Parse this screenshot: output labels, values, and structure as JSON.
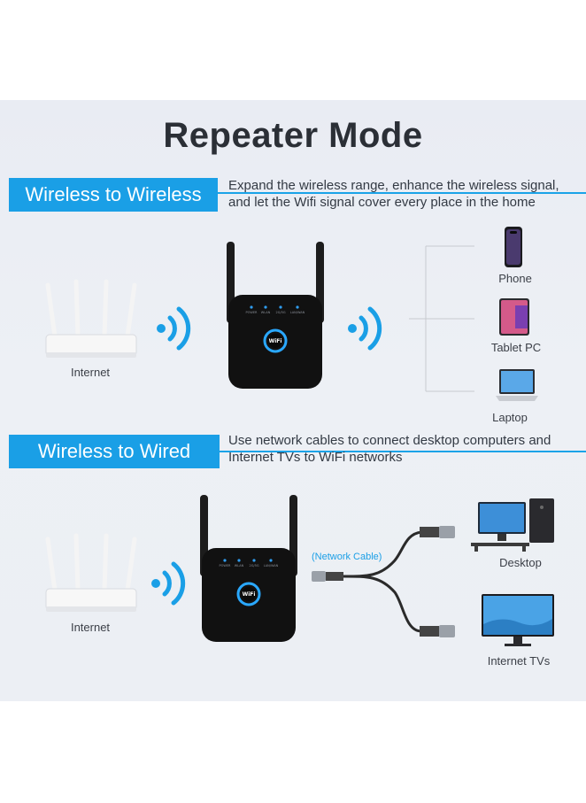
{
  "title": "Repeater Mode",
  "section1": {
    "band_label": "Wireless to Wireless",
    "description_line1": "Expand the wireless range, enhance the wireless signal,",
    "description_line2": "and let the Wifi signal cover every place in the home",
    "router_label": "Internet",
    "devices": [
      "Phone",
      "Tablet PC",
      "Laptop"
    ]
  },
  "section2": {
    "band_label": "Wireless to Wired",
    "description_line1": "Use network cables to connect desktop computers and",
    "description_line2": "Internet TVs to WiFi networks",
    "router_label": "Internet",
    "cable_label": "(Network Cable)",
    "devices": [
      "Desktop",
      "Internet TVs"
    ]
  },
  "repeater": {
    "badge_text": "WiFi",
    "led_labels": [
      "POWER",
      "WLAN",
      "2G/5G",
      "LAN/WAN"
    ]
  },
  "colors": {
    "accent": "#1a9fe6",
    "repeater_body": "#111111",
    "router_body": "#f7f7f7"
  }
}
